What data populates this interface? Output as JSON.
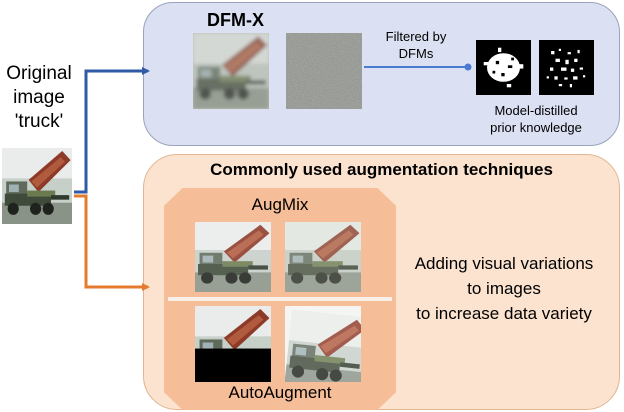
{
  "original": {
    "label_lines": [
      "Original",
      "image",
      "'truck'"
    ]
  },
  "dfm_panel": {
    "title": "DFM-X",
    "arrow_label_lines": [
      "Filtered by",
      "DFMs"
    ],
    "output_label_lines": [
      "Model-distilled",
      "prior knowledge"
    ]
  },
  "augmentation_panel": {
    "title": "Commonly used augmentation techniques",
    "augmix_label": "AugMix",
    "autoaugment_label": "AutoAugment",
    "description_lines": [
      "Adding visual variations",
      "to images",
      "to increase data variety"
    ]
  },
  "colors": {
    "dfm_panel_fill": "#dbe1f3",
    "aug_panel_fill": "#fbe3cf",
    "aug_inner_fill": "#f5be98",
    "arrow_blue": "#2e5aa7",
    "arrow_orange": "#e47a2e"
  }
}
